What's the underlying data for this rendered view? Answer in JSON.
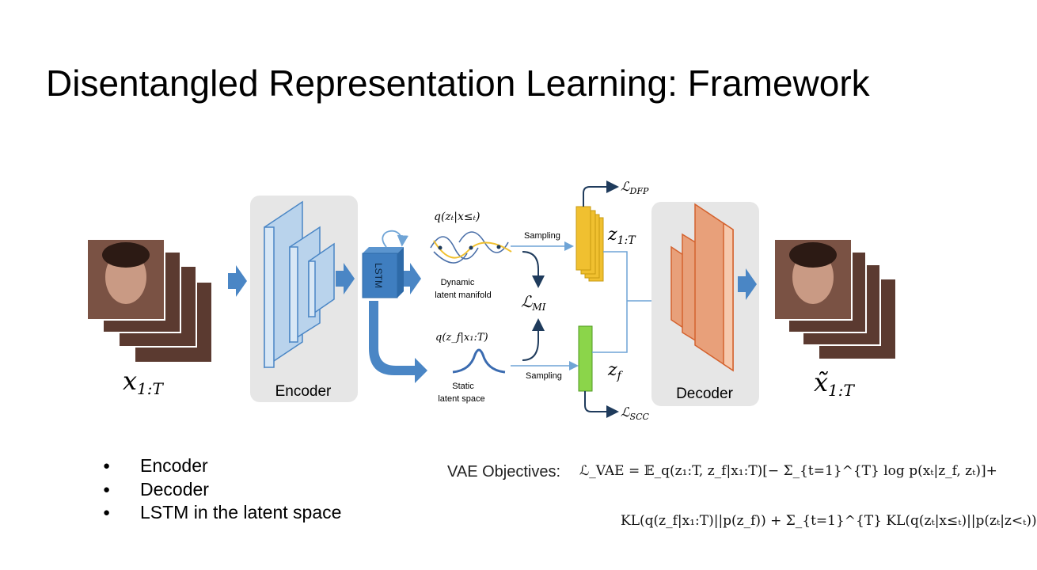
{
  "slide": {
    "title": "Disentangled Representation Learning: Framework"
  },
  "diagram": {
    "input_label": "x",
    "input_subscript": "1:T",
    "output_label": "x̃",
    "output_subscript": "1:T",
    "encoder_label": "Encoder",
    "decoder_label": "Decoder",
    "lstm_label": "LSTM",
    "q_dynamic": "q(zₜ|x≤ₜ)",
    "q_static": "q(z_f|x₁:T)",
    "dynamic_caption_1": "Dynamic",
    "dynamic_caption_2": "latent manifold",
    "static_caption_1": "Static",
    "static_caption_2": "latent space",
    "sampling_top": "Sampling",
    "sampling_bottom": "Sampling",
    "loss_mi": "ℒ",
    "loss_mi_sub": "MI",
    "loss_dfp": "ℒ",
    "loss_dfp_sub": "DFP",
    "loss_scc": "ℒ",
    "loss_scc_sub": "SCC",
    "z_dynamic": "z",
    "z_dynamic_sub": "1:T",
    "z_static": "z",
    "z_static_sub": "f",
    "colors": {
      "encoder_blue": "#b9d3ec",
      "arrow_blue": "#4a86c5",
      "lstm_blue": "#3f7ec0",
      "dynamic_yellow": "#f0c030",
      "static_green": "#8bd54a",
      "decoder_orange": "#f3b18f",
      "panel_gray": "#e6e6e6"
    }
  },
  "bullets": [
    "Encoder",
    "Decoder",
    "LSTM in the latent space"
  ],
  "objective": {
    "label": "VAE Objectives:",
    "line1": "ℒ_VAE = 𝔼_q(z₁:T, z_f|x₁:T)[− Σ_{t=1}^{T} log p(xₜ|z_f, zₜ)]+",
    "line2": "KL(q(z_f|x₁:T)||p(z_f)) + Σ_{t=1}^{T} KL(q(zₜ|x≤ₜ)||p(zₜ|z<ₜ))"
  }
}
